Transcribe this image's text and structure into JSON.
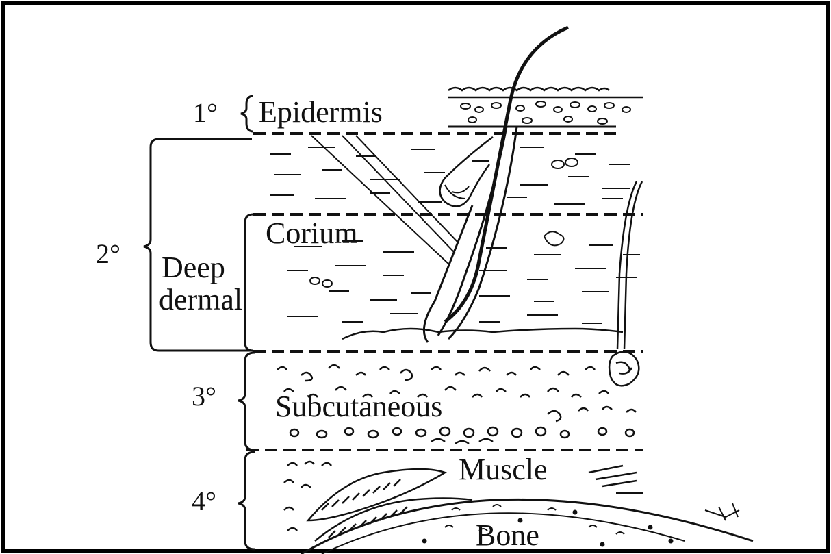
{
  "degrees": {
    "first": "1°",
    "second": "2°",
    "third": "3°",
    "fourth": "4°"
  },
  "layers": {
    "epidermis": "Epidermis",
    "corium": "Corium",
    "deep": "Deep",
    "dermal": "dermal",
    "subcutaneous": "Subcutaneous",
    "muscle": "Muscle",
    "bone": "Bone"
  },
  "colors": {
    "ink": "#111111",
    "border": "#000000",
    "background": "#ffffff"
  }
}
